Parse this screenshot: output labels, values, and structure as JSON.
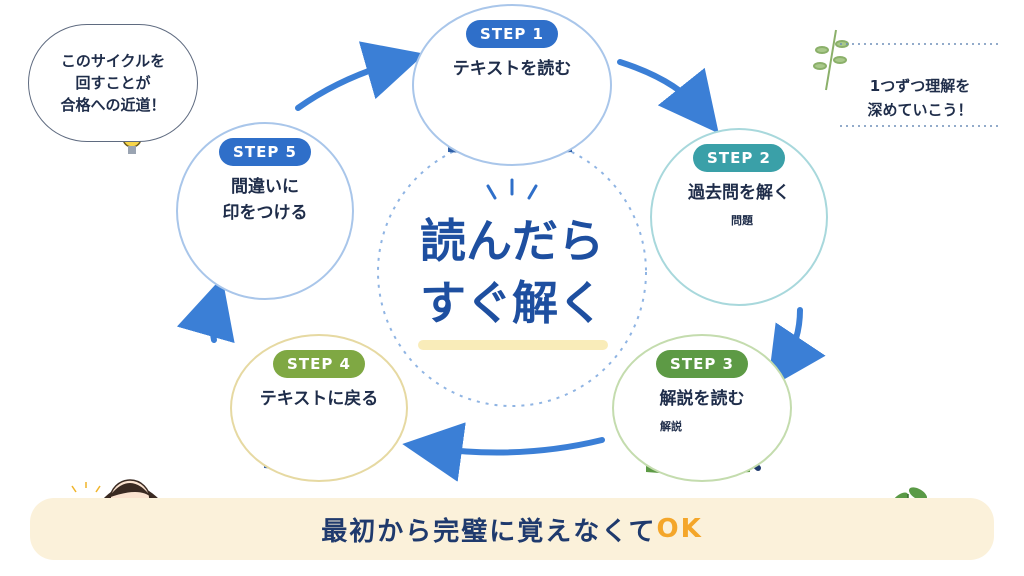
{
  "center": {
    "title": "読んだら\nすぐ解く"
  },
  "speech_bubble": {
    "text": "このサイクルを\n回すことが\n合格への近道！"
  },
  "side_note": {
    "text": "1つずつ理解を\n深めていこう！"
  },
  "steps": [
    {
      "badge": "STEP 1",
      "label": "テキストを読む",
      "color": "#2f6fc9",
      "border": "#a9c6ea"
    },
    {
      "badge": "STEP 2",
      "label": "過去問を解く",
      "color": "#3aa0a8",
      "border": "#a8d8dc",
      "sheet_title": "問題"
    },
    {
      "badge": "STEP 3",
      "label": "解説を読む",
      "color": "#5d9a45",
      "border": "#c4dcae",
      "book_title": "解説"
    },
    {
      "badge": "STEP 4",
      "label": "テキストに戻る",
      "color": "#7fa843",
      "border": "#e6d9a2"
    },
    {
      "badge": "STEP 5",
      "label": "間違いに\n印をつける",
      "color": "#2f6fc9",
      "border": "#a9c6ea"
    }
  ],
  "banner": {
    "text_main": "最初から完璧に覚えなくて",
    "text_ok": "OK"
  },
  "colors": {
    "arrow": "#3b7fd6",
    "title": "#1e4fa0",
    "banner_bg": "#fbf1da",
    "ok": "#f4a62a"
  }
}
